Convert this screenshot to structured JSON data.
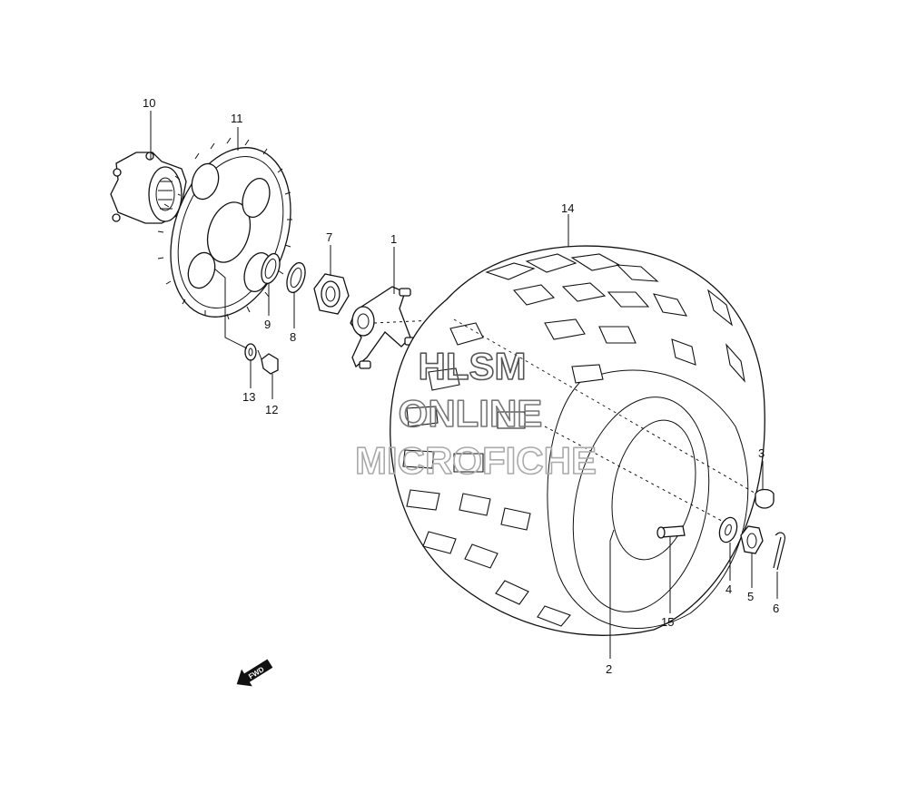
{
  "diagram": {
    "callouts": [
      {
        "id": "c1",
        "label": "1"
      },
      {
        "id": "c2",
        "label": "2"
      },
      {
        "id": "c3",
        "label": "3"
      },
      {
        "id": "c4",
        "label": "4"
      },
      {
        "id": "c5",
        "label": "5"
      },
      {
        "id": "c6",
        "label": "6"
      },
      {
        "id": "c7",
        "label": "7"
      },
      {
        "id": "c8",
        "label": "8"
      },
      {
        "id": "c9",
        "label": "9"
      },
      {
        "id": "c10",
        "label": "10"
      },
      {
        "id": "c11",
        "label": "11"
      },
      {
        "id": "c12",
        "label": "12"
      },
      {
        "id": "c13",
        "label": "13"
      },
      {
        "id": "c14",
        "label": "14"
      },
      {
        "id": "c15",
        "label": "15"
      }
    ],
    "fwd_arrow_label": "FWD"
  },
  "watermark": {
    "line1": "HLSM",
    "line2": "ONLINE",
    "line3": "MICROFICHE"
  }
}
